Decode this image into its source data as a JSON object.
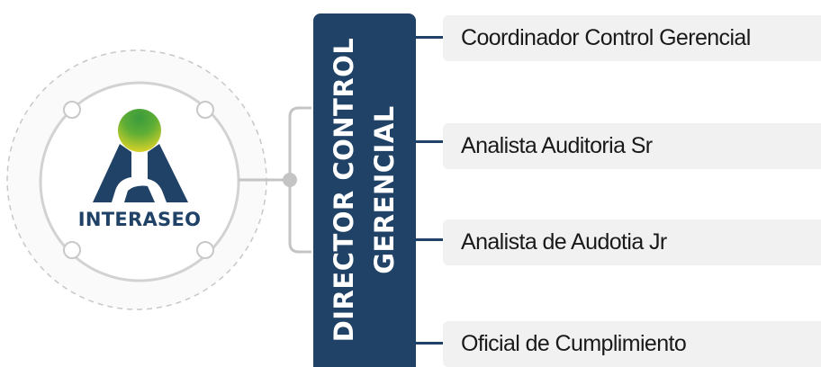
{
  "logo": {
    "text": "INTERASEO",
    "colors": {
      "navy": "#1f4266",
      "green": "#3a9b3c",
      "yellow": "#e5d626"
    }
  },
  "director": {
    "title_line1": "DIRECTOR CONTROL",
    "title_line2": "GERENCIAL",
    "color": "#1f4266"
  },
  "roles": [
    {
      "label": "Coordinador Control Gerencial"
    },
    {
      "label": "Analista Auditoria Sr"
    },
    {
      "label": "Analista de Audotia Jr"
    },
    {
      "label": "Oficial de Cumplimiento"
    }
  ]
}
